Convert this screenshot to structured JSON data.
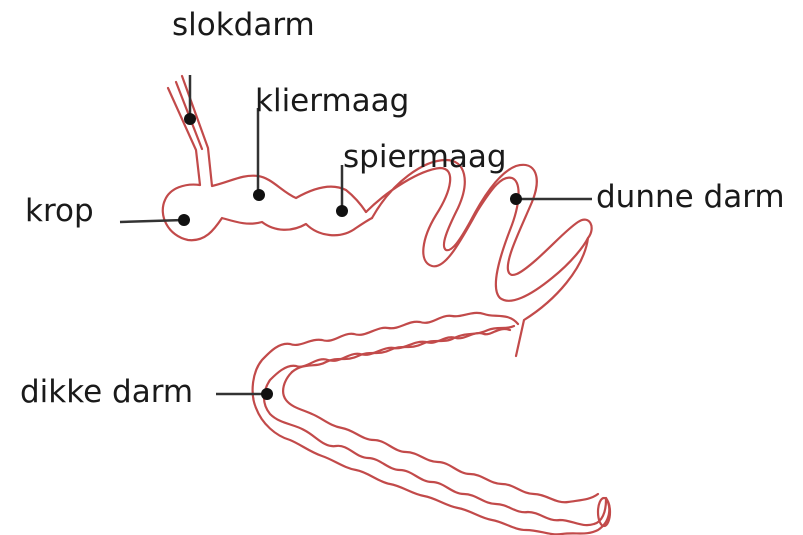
{
  "labels": {
    "slokdarm": "slokdarm",
    "kliermaag": "kliermaag",
    "spiermaag": "spiermaag",
    "krop": "krop",
    "dunne_darm": "dunne darm",
    "dikke_darm": "dikke darm"
  },
  "colors": {
    "outline": "#c24a4a",
    "pointer": "#111111",
    "text": "#1a1a1a"
  }
}
